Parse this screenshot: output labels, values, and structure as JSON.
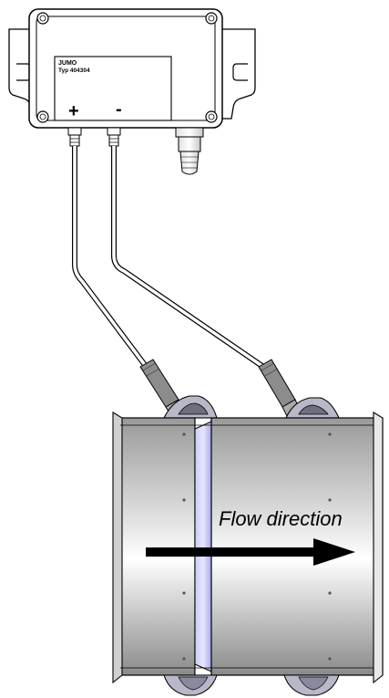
{
  "device": {
    "brand": "JUMO",
    "model": "Typ 404304",
    "plus_sign": "+",
    "minus_sign": "-"
  },
  "pipe": {
    "flow_label": "Flow direction"
  }
}
